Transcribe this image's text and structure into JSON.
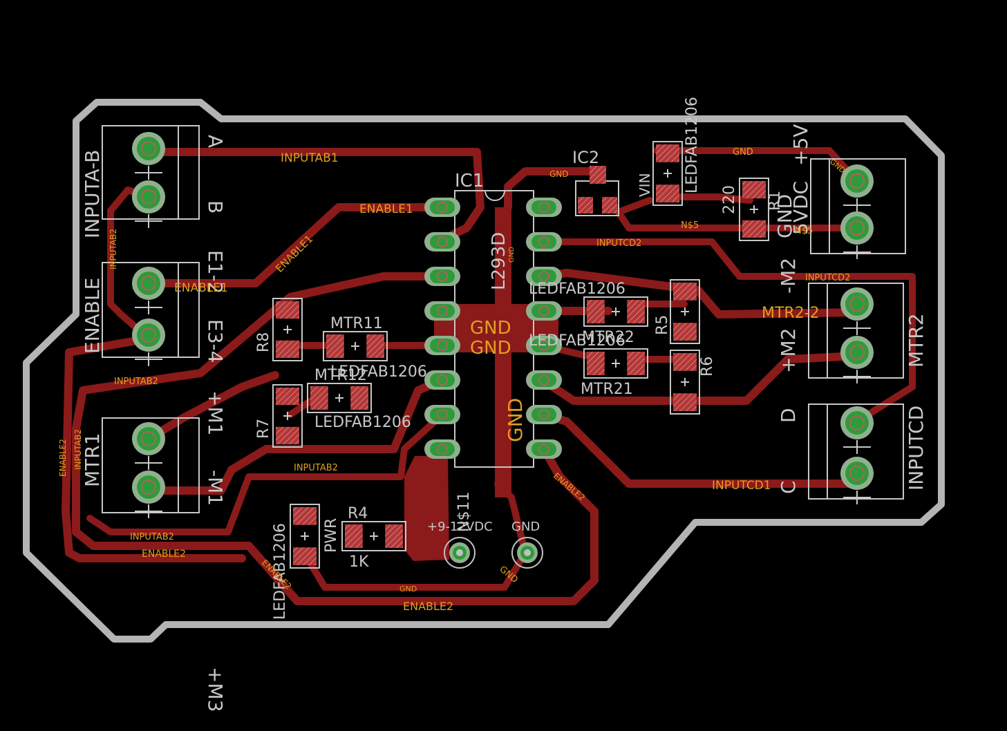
{
  "colors": {
    "background": "#000000",
    "board_outline": "#b4b4b4",
    "copper": "#8b1a1a",
    "silkscreen": "#c8c8c8",
    "net_label": "#e0a020",
    "pad": "#2f9a3a"
  },
  "components": {
    "ic1": {
      "name": "IC1",
      "value": "L293D"
    },
    "ic2": {
      "name": "IC2",
      "pin_label": "VIN"
    },
    "connectors": {
      "inputab": {
        "name": "INPUTA-B",
        "pin1": "A",
        "pin2": "B"
      },
      "enable": {
        "name": "ENABLE",
        "pin1": "E1-2",
        "pin2": "E3-4"
      },
      "mtr1": {
        "name": "MTR1",
        "pin1": "+M1",
        "pin2": "-M1"
      },
      "power5v": {
        "name": "5VDC",
        "pin1": "+5V",
        "pin2": "GND"
      },
      "mtr2": {
        "name": "MTR2",
        "pin1": "-M2",
        "pin2": "+M2"
      },
      "inputcd": {
        "name": "INPUTCD",
        "pin1": "D",
        "pin2": "C"
      },
      "stray": "+M3"
    },
    "leds": {
      "led_top": {
        "name": "LEDFAB1206"
      },
      "mtr11": {
        "name": "MTR11",
        "value": "LEDFAB1206"
      },
      "mtr12": {
        "name": "MTR12",
        "value": "LEDFAB1206"
      },
      "mtr22": {
        "name": "MTR22",
        "value": "LEDFAB1206"
      },
      "mtr21": {
        "name": "MTR21",
        "value": "LEDFAB1206"
      },
      "pwr": {
        "name": "PWR",
        "value": "LEDFAB1206"
      }
    },
    "resistors": {
      "r1": {
        "name": "R1",
        "value": "220"
      },
      "r4": {
        "name": "R4",
        "value": "1K"
      },
      "r5": "R5",
      "r6": "R6",
      "r7": "R7",
      "r8": "R8"
    },
    "power_in": {
      "name": "N$11",
      "value": "+9-12VDC",
      "gnd": "GND"
    }
  },
  "nets": {
    "inputab1": "INPUTAB1",
    "inputab2": "INPUTAB2",
    "enable1": "ENABLE1",
    "enable2": "ENABLE2",
    "inputcd1": "INPUTCD1",
    "inputcd2": "INPUTCD2",
    "mtr2_2": "MTR2-2",
    "gnd": "GND",
    "n5": "N$5"
  }
}
